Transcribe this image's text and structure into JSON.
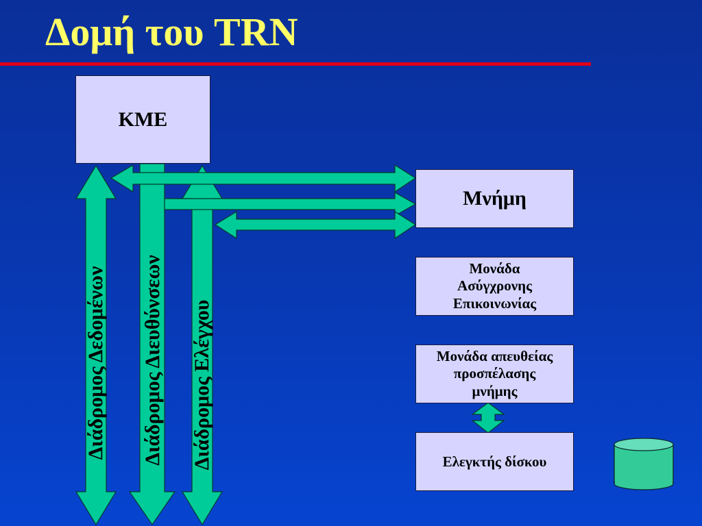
{
  "slide": {
    "title": "Δομή του TRN"
  },
  "boxes": {
    "cpu": "ΚΜΕ",
    "memory": "Μνήμη",
    "async_unit": "Μονάδα\nΑσύγχρονης\nΕπικοινωνίας",
    "dma_unit": "Μονάδα απευθείας\nπροσπέλασης\nμνήμης",
    "disk_controller": "Ελεγκτής δίσκου"
  },
  "buses": {
    "data": "Διάδρομος Δεδομένων",
    "address": "Διάδρομος Διευθύνσεων",
    "control": "Διάδρομος Ελέγχου"
  },
  "colors": {
    "background": "#0838b3",
    "title": "#ffff66",
    "rule": "#e0001b",
    "box_fill": "#d7d5ff",
    "arrow_fill": "#00cc99",
    "disk_fill": "#33cc99"
  }
}
